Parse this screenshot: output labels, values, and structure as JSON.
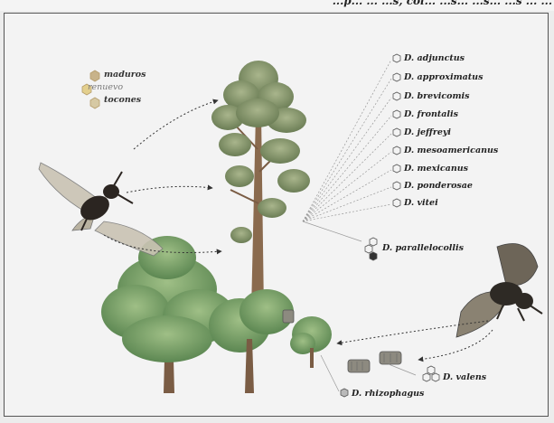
{
  "header_fragment": "...p... ... ...s, col... ...s... ...s... ...s ... ...",
  "age_legend": [
    "maduros",
    "renuevo",
    "tocones"
  ],
  "species_top": [
    "D. adjunctus",
    "D. approximatus",
    "D. brevicomis",
    "D. frontalis",
    "D. jeffreyi",
    "D. mesoamericanus",
    "D. mexicanus",
    "D. ponderosae",
    "D. vitei"
  ],
  "species_other": {
    "parallelocollis": "D. parallelocollis",
    "valens": "D. valens",
    "rhizophagus": "D. rhizophagus"
  },
  "colors": {
    "hex_mature": "#c8b38a",
    "hex_young": "#e3cf8d",
    "hex_stump": "#d6c9a4",
    "foliage": "#6f9a62",
    "bark": "#8a6a4e"
  }
}
